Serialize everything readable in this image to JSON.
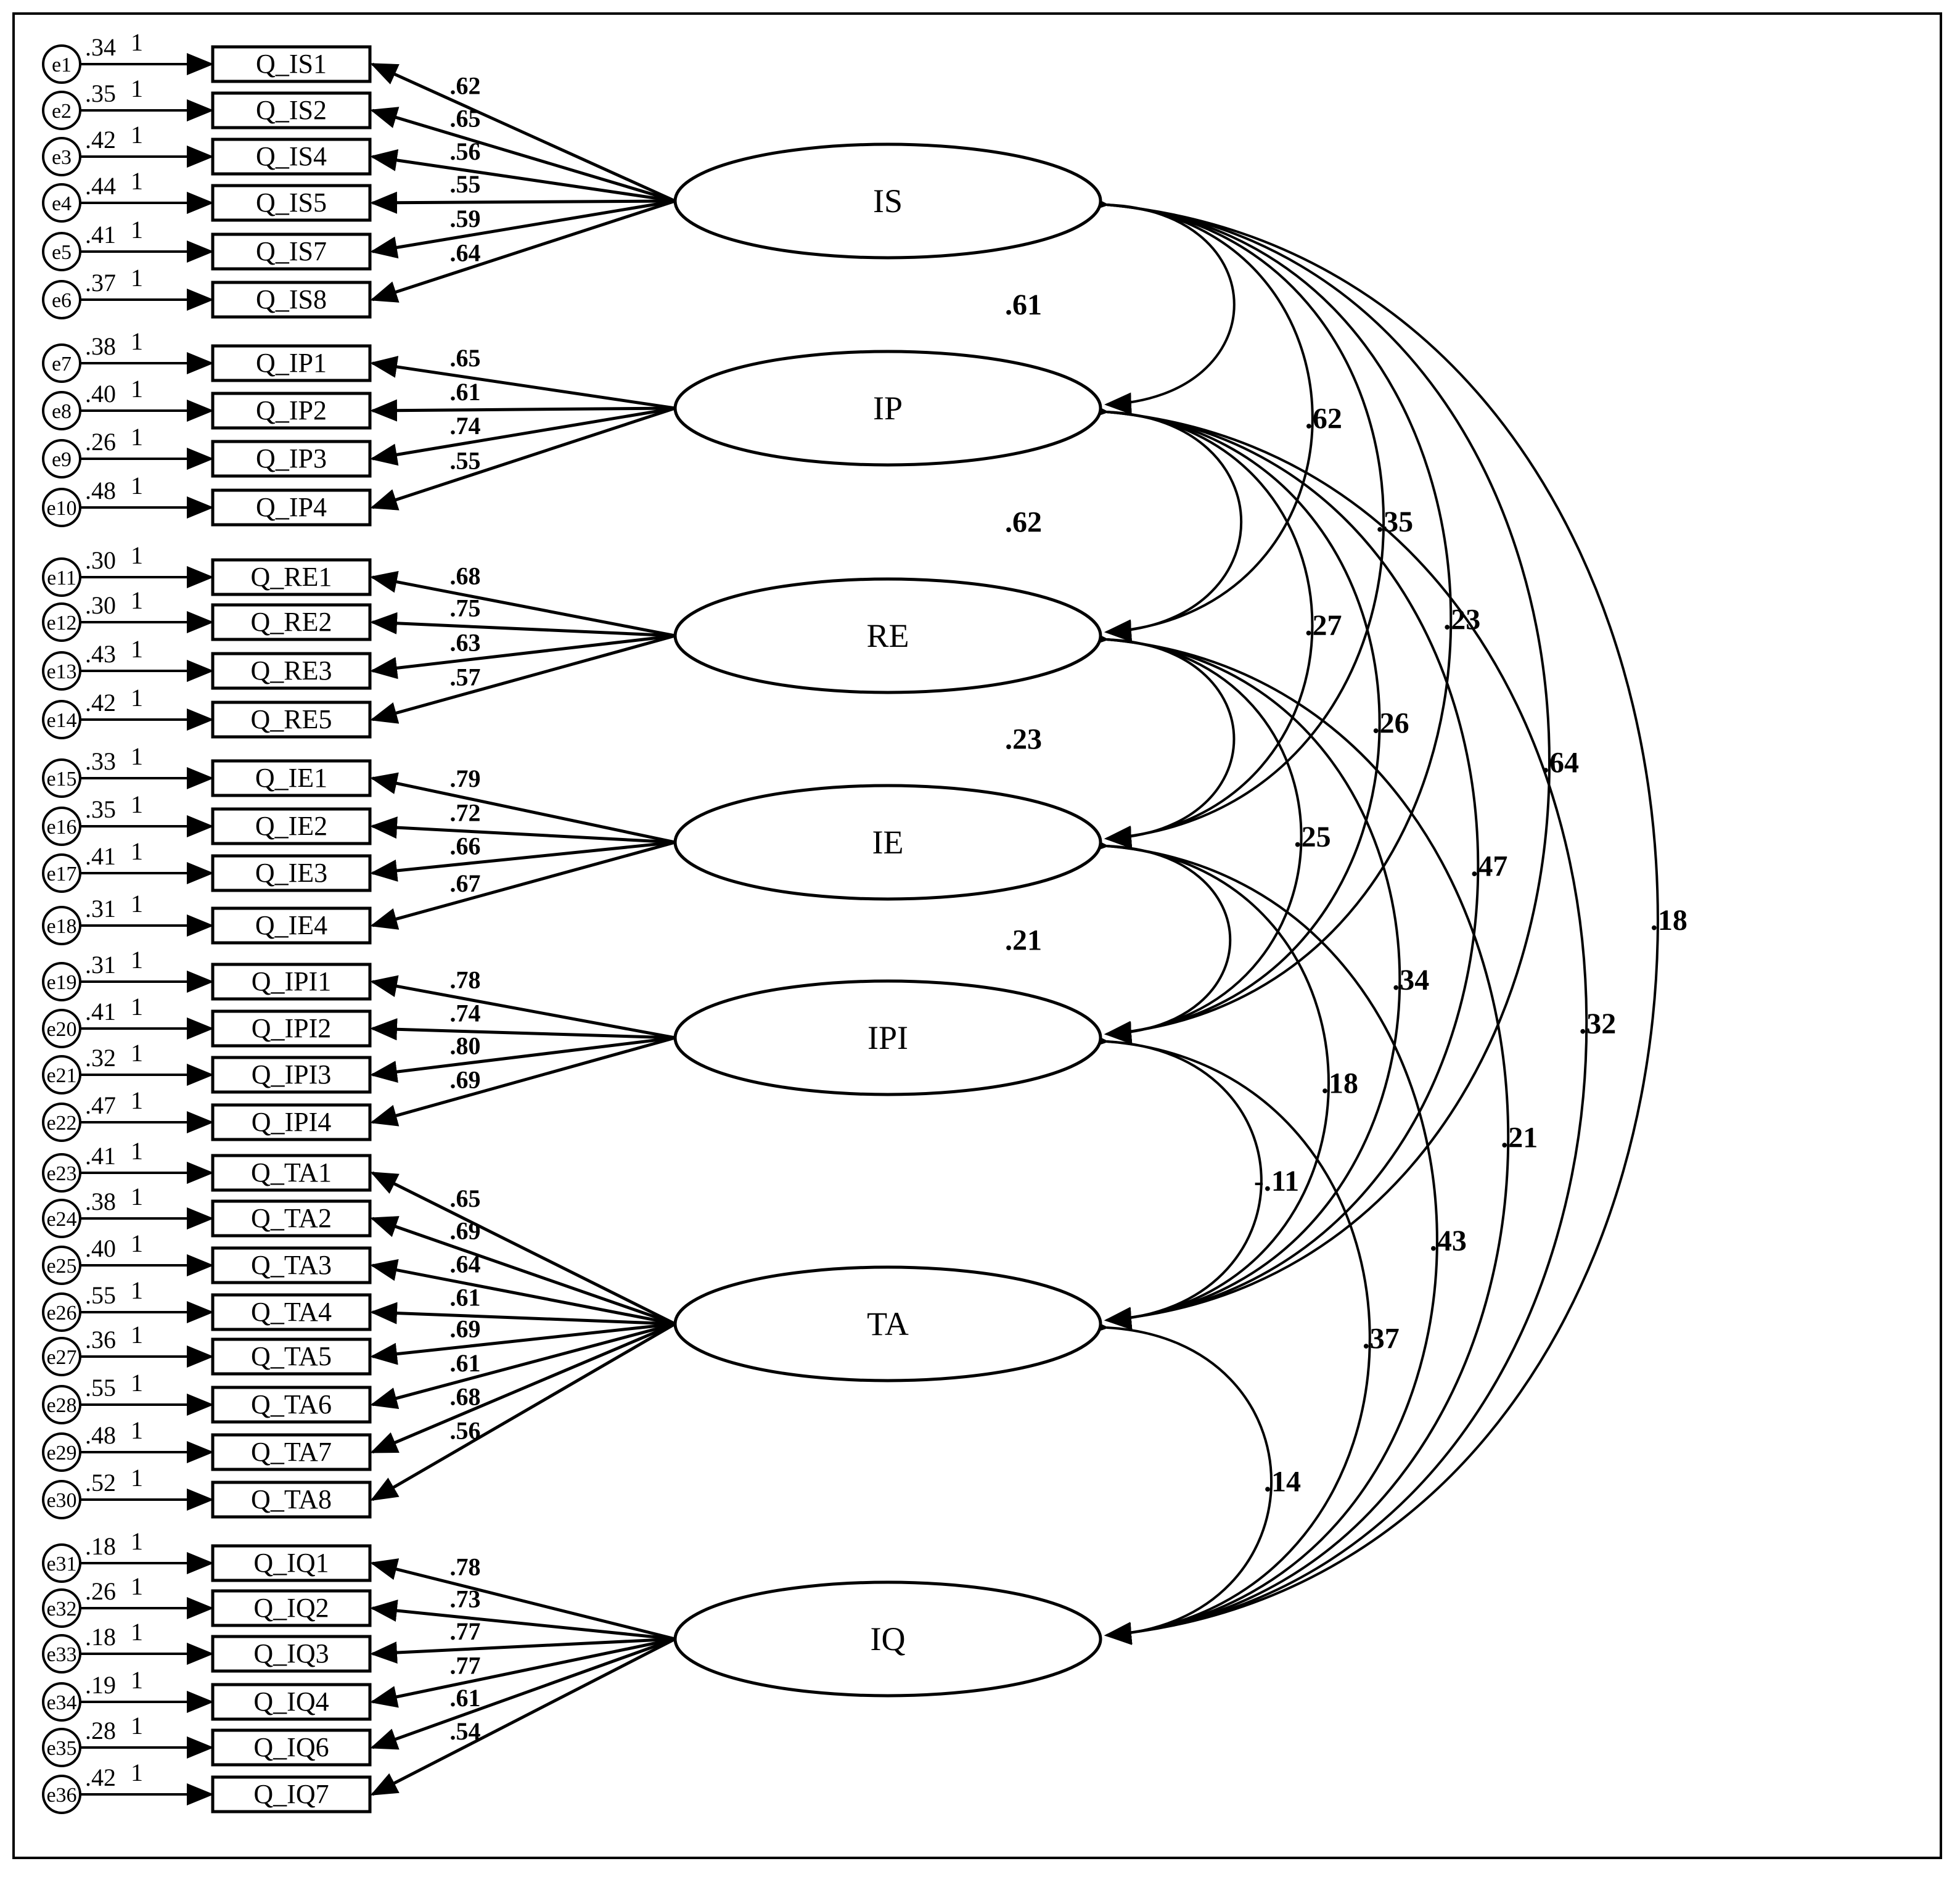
{
  "factors": [
    {
      "name": "IS",
      "indicators": [
        {
          "label": "Q_IS1",
          "error": "e1",
          "variance": ".34",
          "fixed": "1",
          "loading": ".62"
        },
        {
          "label": "Q_IS2",
          "error": "e2",
          "variance": ".35",
          "fixed": "1",
          "loading": ".65"
        },
        {
          "label": "Q_IS4",
          "error": "e3",
          "variance": ".42",
          "fixed": "1",
          "loading": ".56"
        },
        {
          "label": "Q_IS5",
          "error": "e4",
          "variance": ".44",
          "fixed": "1",
          "loading": ".55"
        },
        {
          "label": "Q_IS7",
          "error": "e5",
          "variance": ".41",
          "fixed": "1",
          "loading": ".59"
        },
        {
          "label": "Q_IS8",
          "error": "e6",
          "variance": ".37",
          "fixed": "1",
          "loading": ".64"
        }
      ]
    },
    {
      "name": "IP",
      "indicators": [
        {
          "label": "Q_IP1",
          "error": "e7",
          "variance": ".38",
          "fixed": "1",
          "loading": ".65"
        },
        {
          "label": "Q_IP2",
          "error": "e8",
          "variance": ".40",
          "fixed": "1",
          "loading": ".61"
        },
        {
          "label": "Q_IP3",
          "error": "e9",
          "variance": ".26",
          "fixed": "1",
          "loading": ".74"
        },
        {
          "label": "Q_IP4",
          "error": "e10",
          "variance": ".48",
          "fixed": "1",
          "loading": ".55"
        }
      ]
    },
    {
      "name": "RE",
      "indicators": [
        {
          "label": "Q_RE1",
          "error": "e11",
          "variance": ".30",
          "fixed": "1",
          "loading": ".68"
        },
        {
          "label": "Q_RE2",
          "error": "e12",
          "variance": ".30",
          "fixed": "1",
          "loading": ".75"
        },
        {
          "label": "Q_RE3",
          "error": "e13",
          "variance": ".43",
          "fixed": "1",
          "loading": ".63"
        },
        {
          "label": "Q_RE5",
          "error": "e14",
          "variance": ".42",
          "fixed": "1",
          "loading": ".57"
        }
      ]
    },
    {
      "name": "IE",
      "indicators": [
        {
          "label": "Q_IE1",
          "error": "e15",
          "variance": ".33",
          "fixed": "1",
          "loading": ".79"
        },
        {
          "label": "Q_IE2",
          "error": "e16",
          "variance": ".35",
          "fixed": "1",
          "loading": ".72"
        },
        {
          "label": "Q_IE3",
          "error": "e17",
          "variance": ".41",
          "fixed": "1",
          "loading": ".66"
        },
        {
          "label": "Q_IE4",
          "error": "e18",
          "variance": ".31",
          "fixed": "1",
          "loading": ".67"
        }
      ]
    },
    {
      "name": "IPI",
      "indicators": [
        {
          "label": "Q_IPI1",
          "error": "e19",
          "variance": ".31",
          "fixed": "1",
          "loading": ".78"
        },
        {
          "label": "Q_IPI2",
          "error": "e20",
          "variance": ".41",
          "fixed": "1",
          "loading": ".74"
        },
        {
          "label": "Q_IPI3",
          "error": "e21",
          "variance": ".32",
          "fixed": "1",
          "loading": ".80"
        },
        {
          "label": "Q_IPI4",
          "error": "e22",
          "variance": ".47",
          "fixed": "1",
          "loading": ".69"
        }
      ]
    },
    {
      "name": "TA",
      "indicators": [
        {
          "label": "Q_TA1",
          "error": "e23",
          "variance": ".41",
          "fixed": "1",
          "loading": ".65"
        },
        {
          "label": "Q_TA2",
          "error": "e24",
          "variance": ".38",
          "fixed": "1",
          "loading": ".69"
        },
        {
          "label": "Q_TA3",
          "error": "e25",
          "variance": ".40",
          "fixed": "1",
          "loading": ".64"
        },
        {
          "label": "Q_TA4",
          "error": "e26",
          "variance": ".55",
          "fixed": "1",
          "loading": ".61"
        },
        {
          "label": "Q_TA5",
          "error": "e27",
          "variance": ".36",
          "fixed": "1",
          "loading": ".69"
        },
        {
          "label": "Q_TA6",
          "error": "e28",
          "variance": ".55",
          "fixed": "1",
          "loading": ".61"
        },
        {
          "label": "Q_TA7",
          "error": "e29",
          "variance": ".48",
          "fixed": "1",
          "loading": ".68"
        },
        {
          "label": "Q_TA8",
          "error": "e30",
          "variance": ".52",
          "fixed": "1",
          "loading": ".56"
        }
      ]
    },
    {
      "name": "IQ",
      "indicators": [
        {
          "label": "Q_IQ1",
          "error": "e31",
          "variance": ".18",
          "fixed": "1",
          "loading": ".78"
        },
        {
          "label": "Q_IQ2",
          "error": "e32",
          "variance": ".26",
          "fixed": "1",
          "loading": ".73"
        },
        {
          "label": "Q_IQ3",
          "error": "e33",
          "variance": ".18",
          "fixed": "1",
          "loading": ".77"
        },
        {
          "label": "Q_IQ4",
          "error": "e34",
          "variance": ".19",
          "fixed": "1",
          "loading": ".77"
        },
        {
          "label": "Q_IQ6",
          "error": "e35",
          "variance": ".28",
          "fixed": "1",
          "loading": ".61"
        },
        {
          "label": "Q_IQ7",
          "error": "e36",
          "variance": ".42",
          "fixed": "1",
          "loading": ".54"
        }
      ]
    }
  ],
  "correlations": [
    {
      "from": "IS",
      "to": "IP",
      "value": ".61"
    },
    {
      "from": "IS",
      "to": "RE",
      "value": ".62"
    },
    {
      "from": "IS",
      "to": "IE",
      "value": ".35"
    },
    {
      "from": "IS",
      "to": "IPI",
      "value": ".23"
    },
    {
      "from": "IS",
      "to": "TA",
      "value": ".64"
    },
    {
      "from": "IS",
      "to": "IQ",
      "value": ".18"
    },
    {
      "from": "IP",
      "to": "RE",
      "value": ".62"
    },
    {
      "from": "IP",
      "to": "IE",
      "value": ".27"
    },
    {
      "from": "IP",
      "to": "IPI",
      "value": ".26"
    },
    {
      "from": "IP",
      "to": "TA",
      "value": ".47"
    },
    {
      "from": "IP",
      "to": "IQ",
      "value": ".32"
    },
    {
      "from": "RE",
      "to": "IE",
      "value": ".23"
    },
    {
      "from": "RE",
      "to": "IPI",
      "value": ".25"
    },
    {
      "from": "RE",
      "to": "TA",
      "value": ".34"
    },
    {
      "from": "RE",
      "to": "IQ",
      "value": ".21"
    },
    {
      "from": "IE",
      "to": "IPI",
      "value": ".21"
    },
    {
      "from": "IE",
      "to": "TA",
      "value": ".18"
    },
    {
      "from": "IE",
      "to": "IQ",
      "value": ".43"
    },
    {
      "from": "IPI",
      "to": "TA",
      "value": "-.11"
    },
    {
      "from": "IPI",
      "to": "IQ",
      "value": ".37"
    },
    {
      "from": "TA",
      "to": "IQ",
      "value": ".14"
    }
  ]
}
